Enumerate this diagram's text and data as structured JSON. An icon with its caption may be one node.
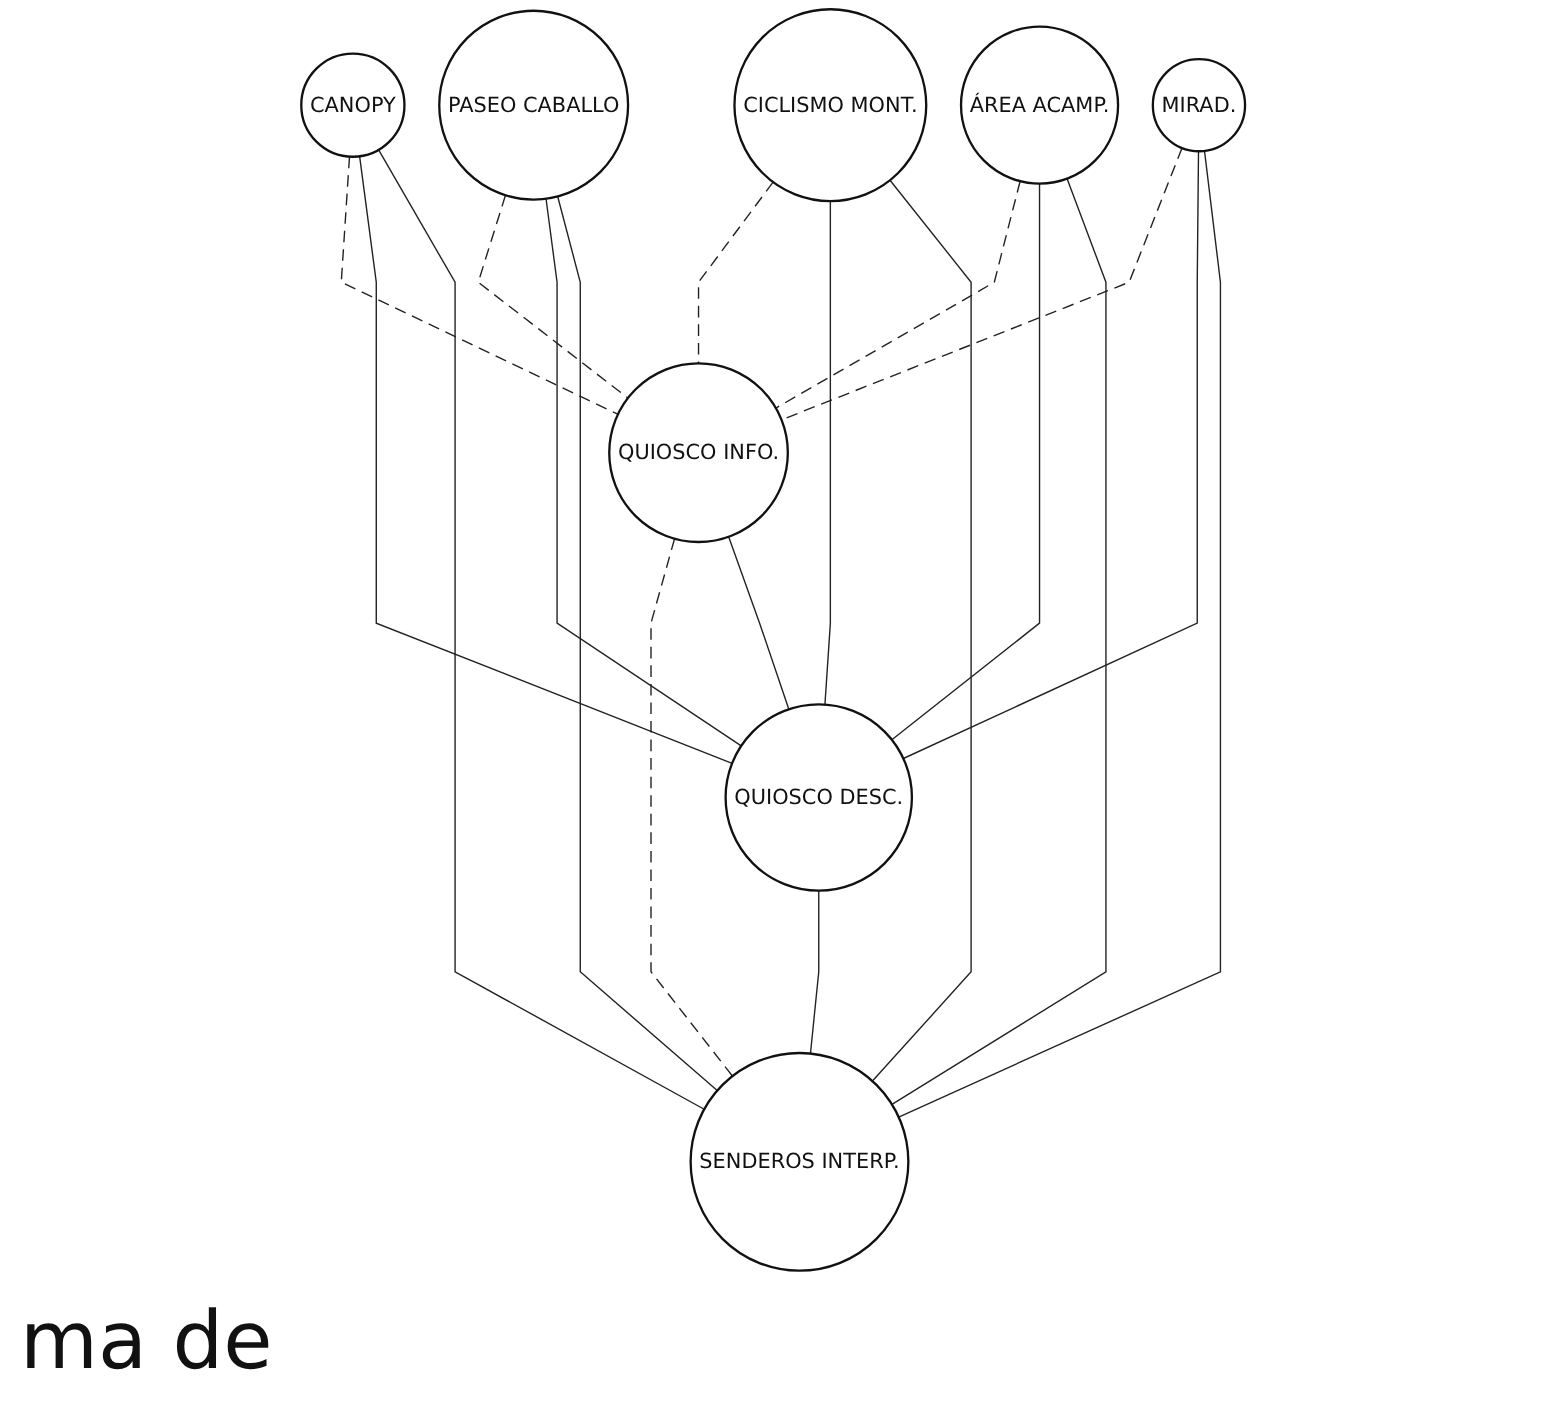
{
  "diagram": {
    "nodes": [
      {
        "text": [
          "CANOPY"
        ]
      },
      {
        "text": [
          "PASEO CABALLO"
        ]
      },
      {
        "text": [
          "CICLISMO MONT."
        ]
      },
      {
        "text": [
          "ÁREA ACAMP."
        ]
      },
      {
        "text": [
          "MIRAD."
        ]
      },
      {
        "text": [
          "QUIOSCO INFO."
        ]
      },
      {
        "text": [
          "SENDEROS INTERP."
        ]
      },
      {
        "text": [
          "QUIOSCO DESC."
        ]
      }
    ],
    "edges": [
      {
        "from": 0,
        "to": 5,
        "arrow": "none",
        "style": "dashed"
      },
      {
        "from": 0,
        "to": 7,
        "arrow": "none"
      },
      {
        "from": 0,
        "to": 6,
        "arrow": "none"
      },
      {
        "from": 1,
        "to": 5,
        "arrow": "none",
        "style": "dashed"
      },
      {
        "from": 1,
        "to": 7,
        "arrow": "none"
      },
      {
        "from": 1,
        "to": 6,
        "arrow": "none"
      },
      {
        "from": 2,
        "to": 5,
        "arrow": "none",
        "style": "dashed"
      },
      {
        "from": 2,
        "to": 7,
        "arrow": "none"
      },
      {
        "from": 2,
        "to": 6,
        "arrow": "none"
      },
      {
        "from": 3,
        "to": 5,
        "arrow": "none",
        "style": "dashed"
      },
      {
        "from": 3,
        "to": 7,
        "arrow": "none"
      },
      {
        "from": 3,
        "to": 6,
        "arrow": "none"
      },
      {
        "from": 4,
        "to": 5,
        "arrow": "none",
        "style": "dashed"
      },
      {
        "from": 4,
        "to": 7,
        "arrow": "none"
      },
      {
        "from": 4,
        "to": 6,
        "arrow": "none"
      },
      {
        "from": 5,
        "to": 6,
        "arrow": "none",
        "style": "dashed"
      },
      {
        "from": 5,
        "to": 7,
        "arrow": "none"
      },
      {
        "from": 7,
        "to": 6,
        "arrow": "none"
      }
    ],
    "labels": [
      "ma de"
    ]
  }
}
